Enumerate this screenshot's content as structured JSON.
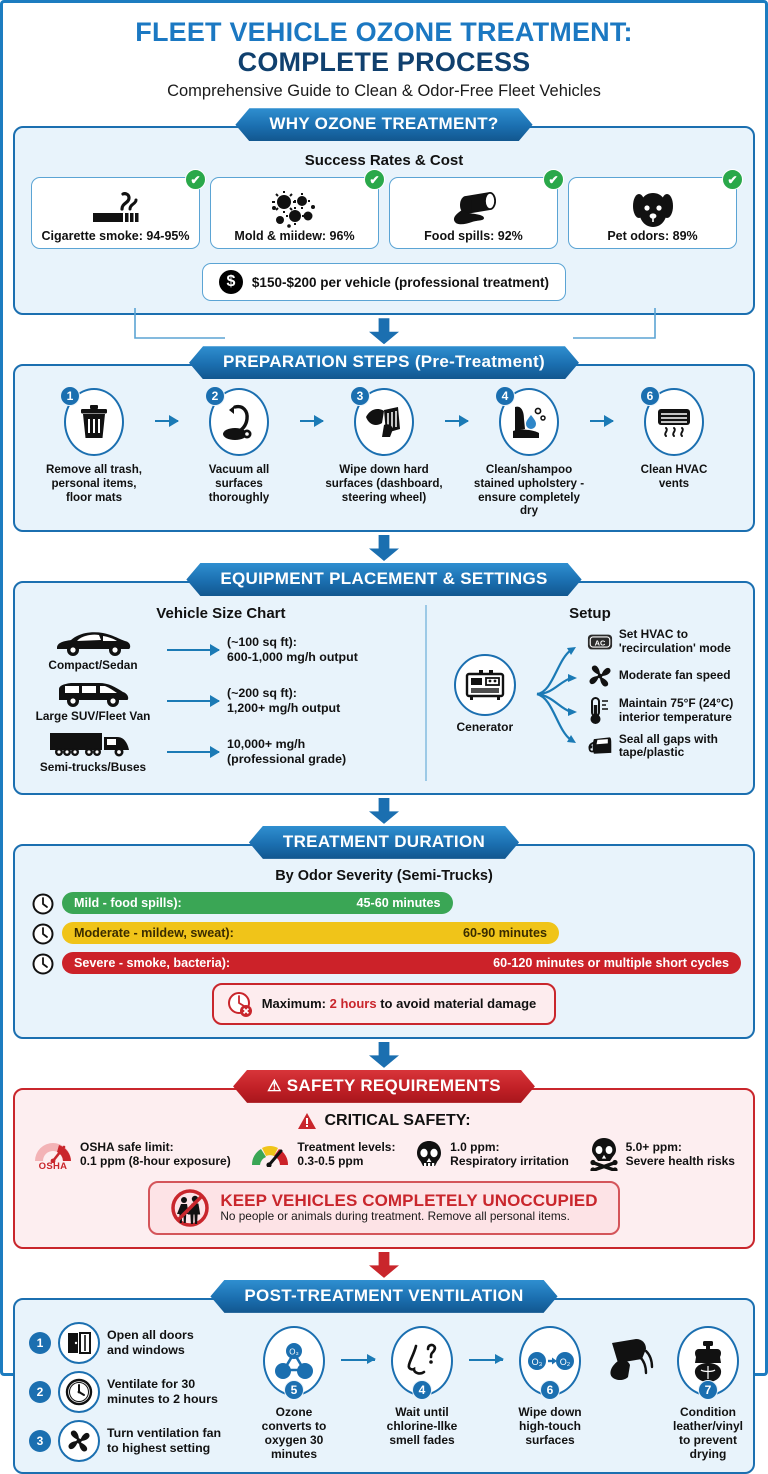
{
  "title": {
    "line1": "FLEET VEHICLE OZONE TREATMENT:",
    "line2": "COMPLETE PROCESS",
    "subtitle": "Comprehensive Guide to Clean & Odor-Free Fleet Vehicles"
  },
  "colors": {
    "primary_blue": "#1b6fb0",
    "title_blue": "#1b78c2",
    "title_navy": "#10406e",
    "section_bg": "#e8f3fb",
    "red": "#c9262c",
    "safety_bg": "#fdeef0",
    "green": "#2aa84a",
    "bar_green": "#3aa655",
    "bar_yellow": "#f0c419",
    "bar_red": "#cc2229"
  },
  "why": {
    "banner": "WHY OZONE TREATMENT?",
    "sub_head": "Success Rates & Cost",
    "cards": [
      {
        "icon": "cigarette-icon",
        "label": "Cigarette smoke: 94-95%",
        "check": "✔"
      },
      {
        "icon": "mold-spores-icon",
        "label": "Mold & miidew: 96%",
        "check": "✔"
      },
      {
        "icon": "food-spill-icon",
        "label": "Food spills: 92%",
        "check": "✔"
      },
      {
        "icon": "dog-icon",
        "label": "Pet odors: 89%",
        "check": "✔"
      }
    ],
    "cost": {
      "icon": "dollar-coin-icon",
      "text": "$150-$200 per vehicle (professional treatment)"
    }
  },
  "preparation": {
    "banner_strong": "PREPARATION STEPS",
    "banner_light": " (Pre-Treatment)",
    "steps": [
      {
        "num": "1",
        "icon": "trash-can-icon",
        "text": "Remove all trash,\npersonal items,\nfloor mats"
      },
      {
        "num": "2",
        "icon": "vacuum-icon",
        "text": "Vacuum all\nsurfaces\nthoroughly"
      },
      {
        "num": "3",
        "icon": "wipe-cloth-icon",
        "text": "Wipe down hard\nsurfaces (dashboard,\nsteering wheel)"
      },
      {
        "num": "4",
        "icon": "upholstery-shampoo-icon",
        "text": "Clean/shampoo\nstained upholstery -\nensure completely dry"
      },
      {
        "num": "6",
        "icon": "hvac-vent-icon",
        "text": "Clean HVAC\nvents"
      }
    ]
  },
  "equipment": {
    "banner": "EQUIPMENT PLACEMENT & SETTINGS",
    "left_head": "Vehicle Size Chart",
    "right_head": "Setup",
    "vehicles": [
      {
        "icon": "sedan-icon",
        "name": "Compact/Sedan",
        "spec": "(~100 sq ft):\n600-1,000 mg/h output"
      },
      {
        "icon": "van-icon",
        "name": "Large SUV/Fleet Van",
        "spec": "(~200 sq ft):\n1,200+ mg/h output"
      },
      {
        "icon": "semi-truck-icon",
        "name": "Semi-trucks/Buses",
        "spec": "10,000+ mg/h\n(professional grade)"
      }
    ],
    "generator_label": "Cenerator",
    "setup_items": [
      {
        "icon": "ac-button-icon",
        "text": "Set HVAC to\n'recirculation' mode"
      },
      {
        "icon": "fan-icon",
        "text": "Moderate fan speed"
      },
      {
        "icon": "thermometer-icon",
        "text": "Maintain 75°F (24°C)\ninterior temperature"
      },
      {
        "icon": "car-door-seal-icon",
        "text": "Seal all gaps with\ntape/plastic"
      }
    ]
  },
  "duration": {
    "banner": "TREATMENT DURATION",
    "sub_head": "By Odor Severity (Semi-Trucks)",
    "bars": [
      {
        "label": "Mild - food spills):",
        "value": "45-60 minutes",
        "color": "#3aa655",
        "width_pct": 55,
        "text_color": "#ffffff"
      },
      {
        "label": "Moderate - mildew, sweat):",
        "value": "60-90 minutes",
        "color": "#f0c419",
        "width_pct": 70,
        "text_color": "#3a2c00"
      },
      {
        "label": "Severe - smoke, bacteria):",
        "value": "60-120 minutes or multiple short cycles",
        "color": "#cc2229",
        "width_pct": 100,
        "text_color": "#ffffff"
      }
    ],
    "max_prefix": "Maximum: ",
    "max_highlight": "2 hours",
    "max_suffix": " to avoid material damage"
  },
  "safety": {
    "banner": "SAFETY REQUIREMENTS",
    "banner_icon": "warning-triangle-icon",
    "critical_head": "CRITICAL SAFETY:",
    "items": [
      {
        "icon": "osha-gauge-icon",
        "caption": "OSHA",
        "line1": "OSHA safe limit:",
        "line2": "0.1 ppm (8-hour exposure)"
      },
      {
        "icon": "gauge-icon",
        "caption": "",
        "line1": "Treatment levels:",
        "line2": "0.3-0.5 ppm"
      },
      {
        "icon": "skull-icon",
        "caption": "",
        "line1": "1.0 ppm:",
        "line2": "Respiratory irritation"
      },
      {
        "icon": "skull-crossbones-icon",
        "caption": "",
        "line1": "5.0+ ppm:",
        "line2": "Severe health risks"
      }
    ],
    "unoccupied": {
      "icon": "no-people-icon",
      "headline": "KEEP VEHICLES COMPLETELY UNOCCUPIED",
      "sub": "No people or animals during treatment. Remove all personal items."
    }
  },
  "post": {
    "banner": "POST-TREATMENT VENTILATION",
    "list": [
      {
        "num": "1",
        "icon": "open-door-icon",
        "text": "Open all doors\nand windows"
      },
      {
        "num": "2",
        "icon": "clock-icon",
        "text": "Ventilate for 30\nminutes to 2 hours"
      },
      {
        "num": "3",
        "icon": "fan-icon",
        "text": "Turn ventilation fan\nto highest setting"
      }
    ],
    "steps": [
      {
        "num": "5",
        "icon": "ozone-molecule-icon",
        "text": "Ozone\nconverts to\noxygen 30\nminutes"
      },
      {
        "num": "4",
        "icon": "nose-question-icon",
        "text": "Wait until\nchlorine-llke\nsmell fades"
      },
      {
        "num": "6",
        "icon": "o3-to-o2-icon",
        "text": "Wipe down\nhigh-touch\nsurfaces"
      },
      {
        "num": "7",
        "icon": "leather-conditioner-icon",
        "text": "Condition\nleather/vinyl\nto prevent\ndrying"
      }
    ]
  }
}
